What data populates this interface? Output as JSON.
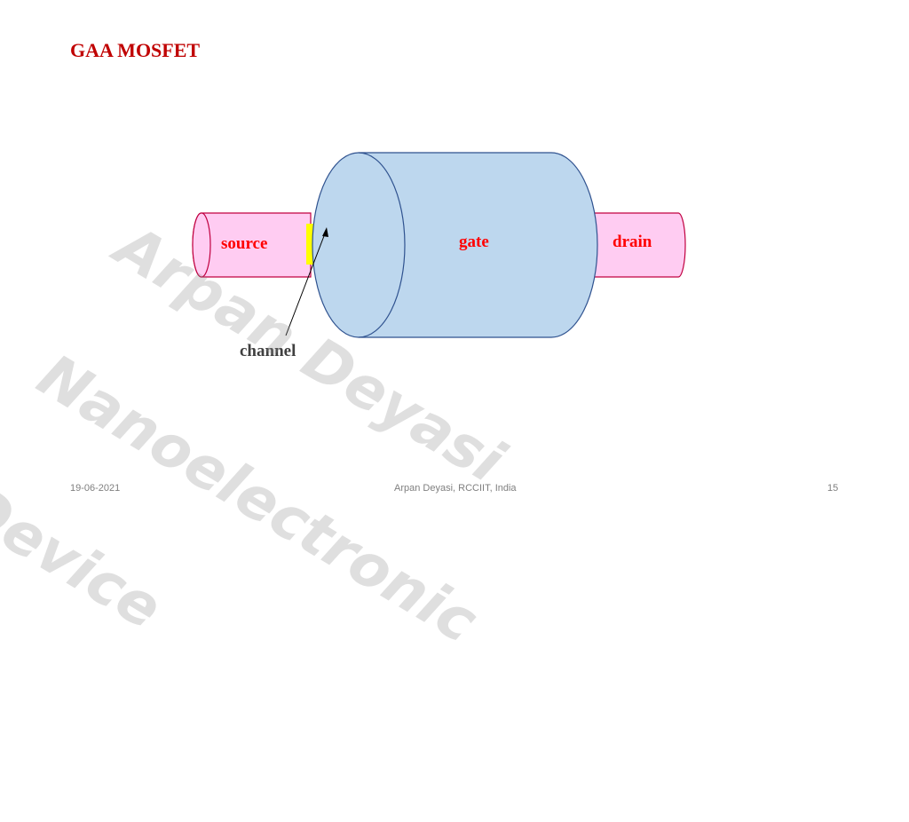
{
  "slide": {
    "title": "GAA MOSFET",
    "footer": {
      "date": "19-06-2021",
      "author": "Arpan Deyasi, RCCIIT, India",
      "page_number": "15"
    }
  },
  "diagram": {
    "labels": {
      "source": "source",
      "gate": "gate",
      "drain": "drain",
      "channel": "channel"
    },
    "colors": {
      "source_fill": "#ffccf2",
      "drain_fill": "#ffccf2",
      "terminal_stroke": "#c00040",
      "gate_fill": "#bdd7ee",
      "gate_stroke": "#2f528f",
      "channel_fill": "#ffff00",
      "terminal_text": "#ff0000",
      "channel_text": "#404040"
    }
  },
  "watermark": {
    "lines": [
      "Arpan Deyasi",
      "Nanoelectronic",
      "Device"
    ]
  }
}
